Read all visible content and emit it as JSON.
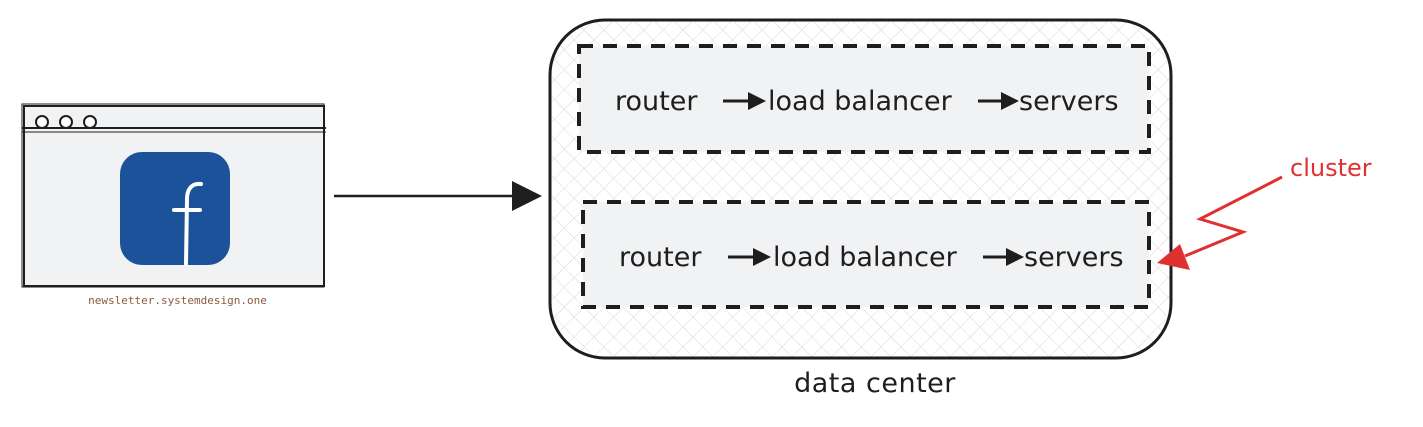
{
  "browser": {
    "window_buttons": [
      "close",
      "minimize",
      "maximize"
    ],
    "app_icon": "facebook-icon",
    "app_icon_color": "#1b5299",
    "watermark": "newsletter.systemdesign.one"
  },
  "data_center": {
    "label": "data center",
    "clusters": [
      {
        "router": "router",
        "load_balancer": "load balancer",
        "servers": "servers"
      },
      {
        "router": "router",
        "load_balancer": "load balancer",
        "servers": "servers"
      }
    ]
  },
  "annotation": {
    "label": "cluster",
    "color": "#e03131"
  }
}
